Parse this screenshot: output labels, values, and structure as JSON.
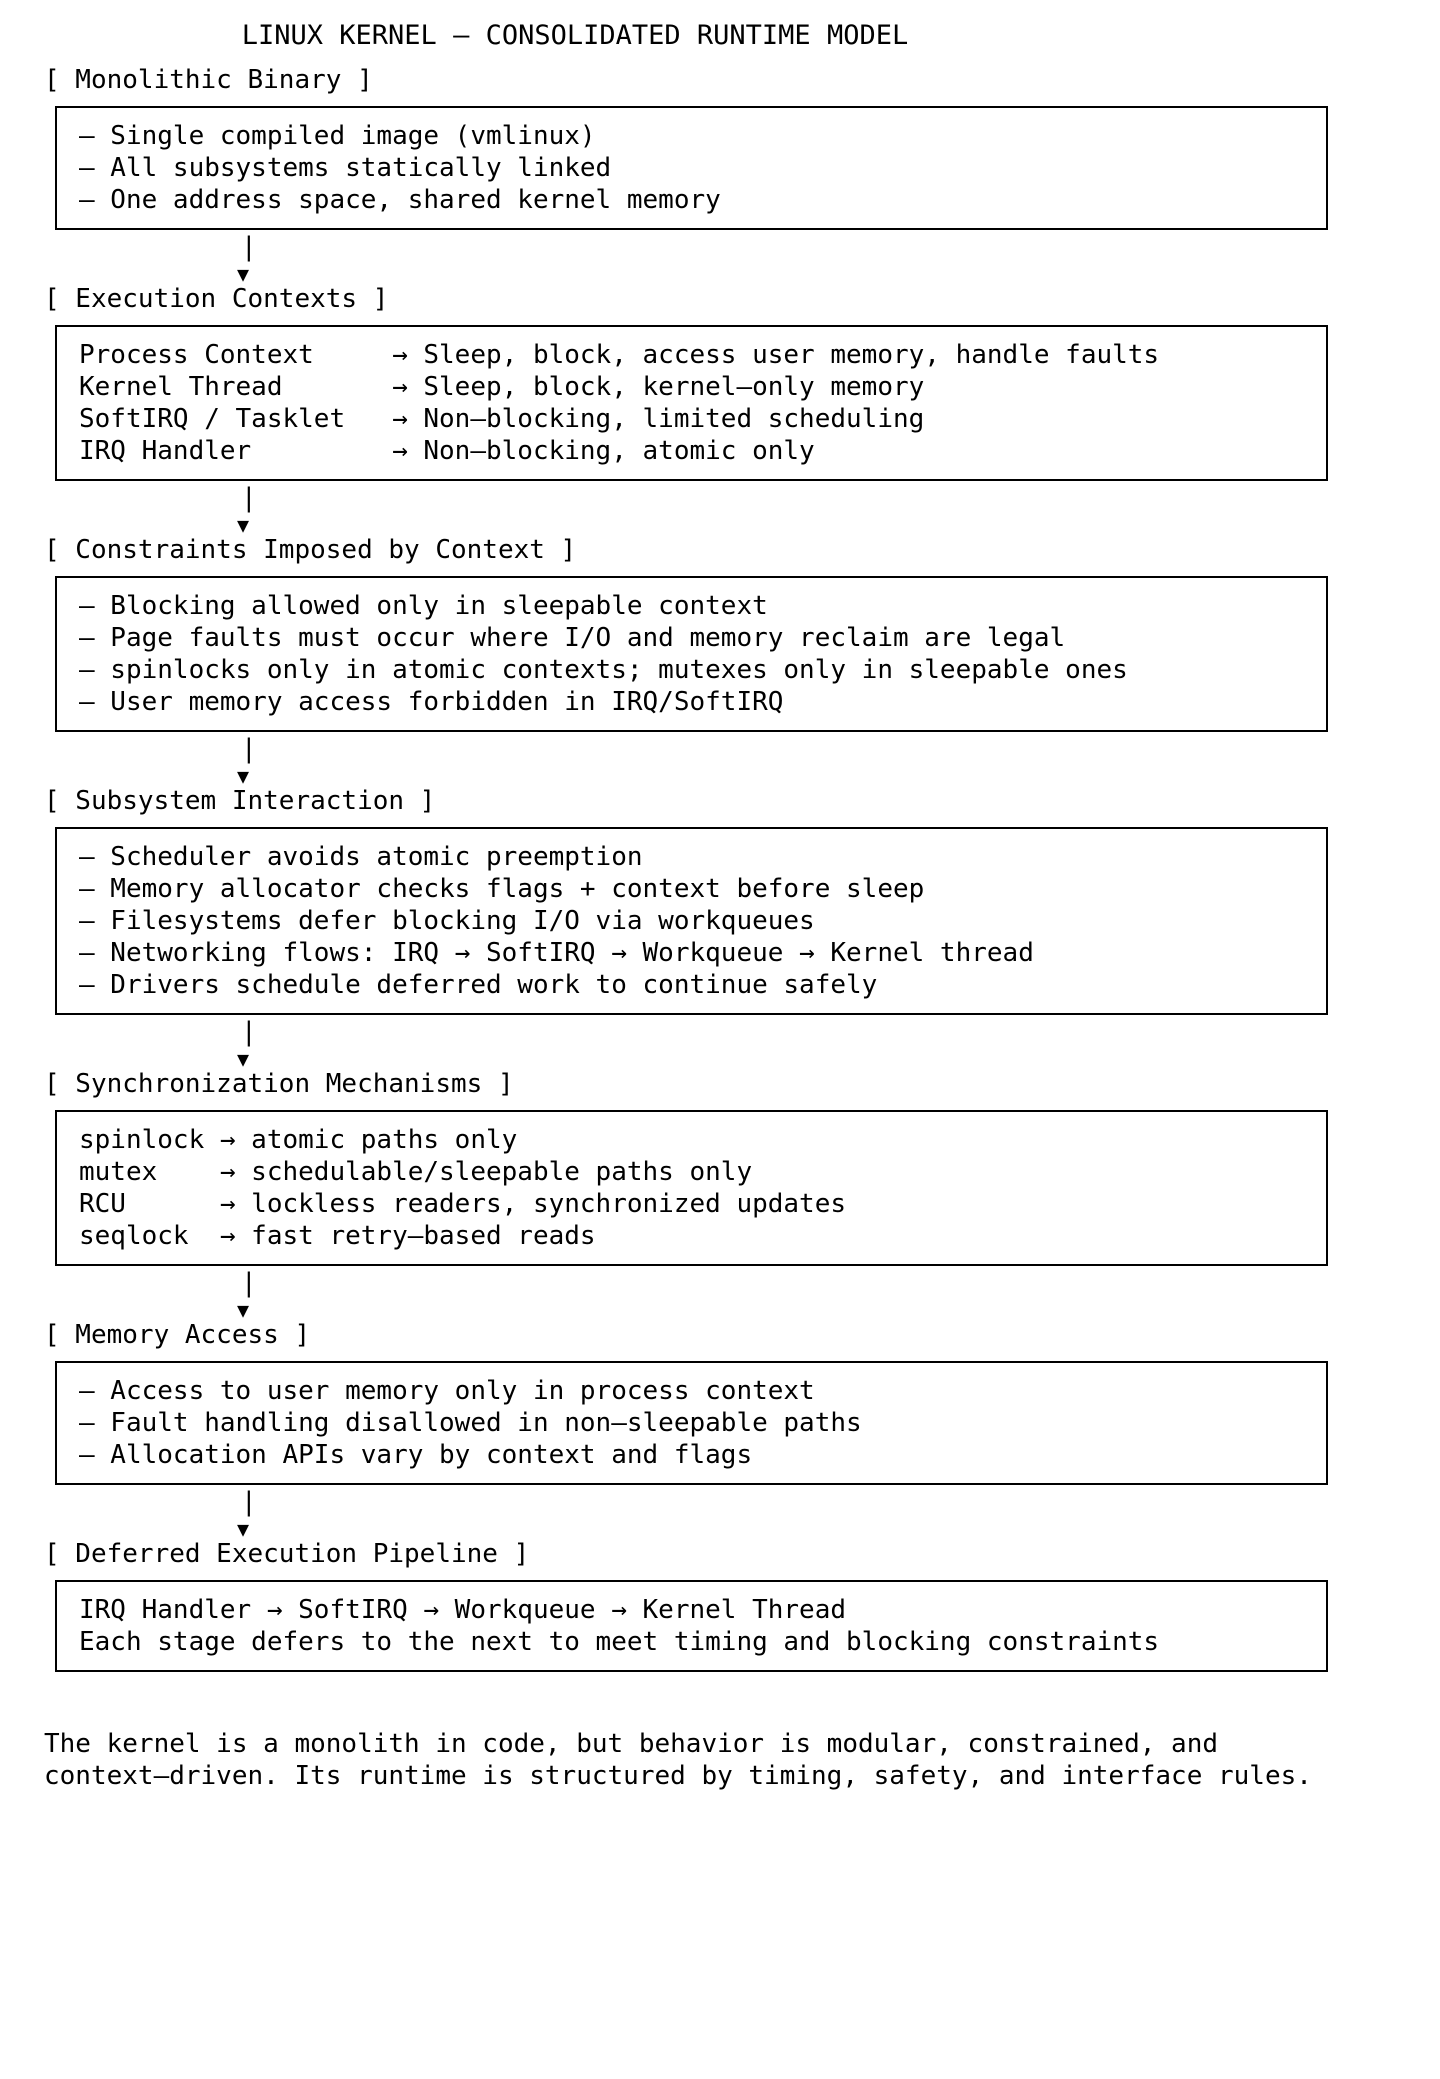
{
  "title": "LINUX KERNEL — CONSOLIDATED RUNTIME MODEL",
  "connector": {
    "bar": "|",
    "arrowhead": "▼"
  },
  "sections": [
    {
      "label": "[ Monolithic Binary ]",
      "lines": [
        "– Single compiled image (vmlinux)",
        "– All subsystems statically linked",
        "– One address space, shared kernel memory"
      ]
    },
    {
      "label": "[ Execution Contexts ]",
      "lines": [
        "Process Context     → Sleep, block, access user memory, handle faults",
        "Kernel Thread       → Sleep, block, kernel–only memory",
        "SoftIRQ / Tasklet   → Non–blocking, limited scheduling",
        "IRQ Handler         → Non–blocking, atomic only"
      ]
    },
    {
      "label": "[ Constraints Imposed by Context ]",
      "lines": [
        "– Blocking allowed only in sleepable context",
        "– Page faults must occur where I/O and memory reclaim are legal",
        "– spinlocks only in atomic contexts; mutexes only in sleepable ones",
        "– User memory access forbidden in IRQ/SoftIRQ"
      ]
    },
    {
      "label": "[ Subsystem Interaction ]",
      "lines": [
        "– Scheduler avoids atomic preemption",
        "– Memory allocator checks flags + context before sleep",
        "– Filesystems defer blocking I/O via workqueues",
        "– Networking flows: IRQ → SoftIRQ → Workqueue → Kernel thread",
        "– Drivers schedule deferred work to continue safely"
      ]
    },
    {
      "label": "[ Synchronization Mechanisms ]",
      "lines": [
        "spinlock → atomic paths only",
        "mutex    → schedulable/sleepable paths only",
        "RCU      → lockless readers, synchronized updates",
        "seqlock  → fast retry–based reads"
      ]
    },
    {
      "label": "[ Memory Access ]",
      "lines": [
        "– Access to user memory only in process context",
        "– Fault handling disallowed in non–sleepable paths",
        "– Allocation APIs vary by context and flags"
      ]
    },
    {
      "label": "[ Deferred Execution Pipeline ]",
      "lines": [
        "IRQ Handler → SoftIRQ → Workqueue → Kernel Thread",
        "Each stage defers to the next to meet timing and blocking constraints"
      ]
    }
  ],
  "footer": [
    "The kernel is a monolith in code, but behavior is modular, constrained, and",
    "context–driven. Its runtime is structured by timing, safety, and interface rules."
  ],
  "colors": {
    "background": "#ffffff",
    "foreground": "#000000",
    "box_border": "#000000"
  }
}
